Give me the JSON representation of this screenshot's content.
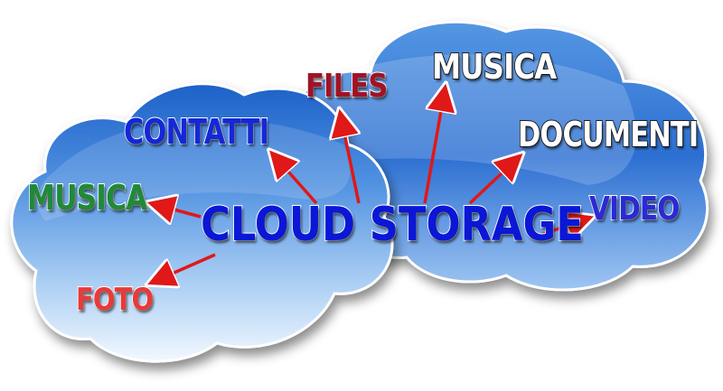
{
  "center": {
    "label": "CLOUD STORAGE",
    "fill": "#0a17d6"
  },
  "nodes": [
    {
      "id": "files",
      "label": "FILES",
      "fill": "#a01327",
      "stroke": "white"
    },
    {
      "id": "musica-top",
      "label": "MUSICA",
      "fill": "#ffffff",
      "stroke": "dark"
    },
    {
      "id": "contatti",
      "label": "CONTATTI",
      "fill": "#1328d8",
      "stroke": "white"
    },
    {
      "id": "documenti",
      "label": "DOCUMENTI",
      "fill": "#ffffff",
      "stroke": "dark"
    },
    {
      "id": "musica-left",
      "label": "MUSICA",
      "fill": "#1f8a3a",
      "stroke": "white"
    },
    {
      "id": "video",
      "label": "VIDEO",
      "fill": "#2a2ad6",
      "stroke": "white"
    },
    {
      "id": "foto",
      "label": "FOTO",
      "fill": "#e83a3a",
      "stroke": "white"
    }
  ],
  "colors": {
    "arrow": "#e01818",
    "cloud_top": "#eaf4ff",
    "cloud_bottom": "#2f78d8"
  }
}
